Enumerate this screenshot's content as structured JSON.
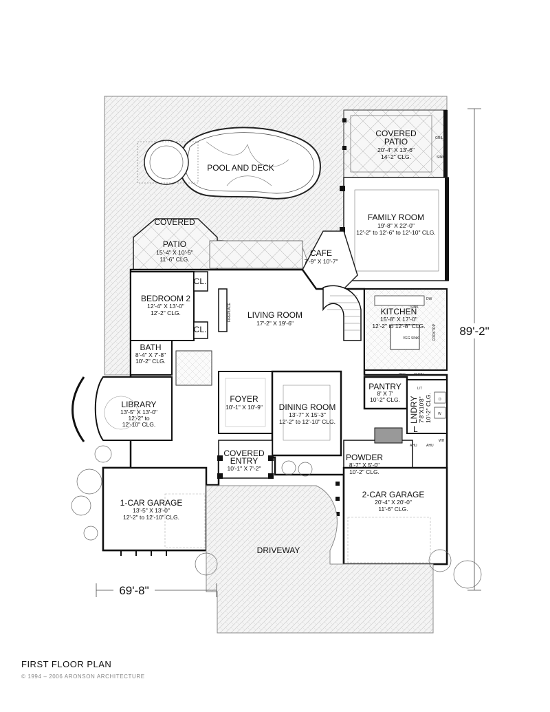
{
  "title": "FIRST FLOOR PLAN",
  "copyright": "© 1994 – 2006 ARONSON ARCHITECTURE",
  "dimensions": {
    "width": "69'-8\"",
    "depth": "89'-2\""
  },
  "rooms": {
    "pool": {
      "name": "POOL AND DECK"
    },
    "patio_right": {
      "name1": "COVERED",
      "name2": "PATIO",
      "size": "20'-4\" X 13'-6\"",
      "clg": "14'-2\" CLG."
    },
    "family": {
      "name": "FAMILY ROOM",
      "size": "19'-8\" X 22'-0\"",
      "clg": "12'-2\" to 12'-6\" to 12'-10\" CLG."
    },
    "patio_left": {
      "name1": "COVERED",
      "name2": "PATIO",
      "size": "15'-4\" X 10'-5\"",
      "clg": "11'-6\" CLG."
    },
    "cafe": {
      "name": "CAFE",
      "size": "7'-9\" X 10'-7\""
    },
    "bedroom2": {
      "name": "BEDROOM 2",
      "size": "12'-4\" X 13'-0\"",
      "clg": "12'-2\" CLG."
    },
    "living": {
      "name": "LIVING ROOM",
      "size": "17'-2\" X 19'-6\""
    },
    "kitchen": {
      "name": "KITCHEN",
      "size": "15'-8\" X 17'-0\"",
      "clg": "12'-2\" to 12'-8\" CLG."
    },
    "bath": {
      "name": "BATH",
      "size": "8'-4\" X 7'-8\"",
      "clg": "10'-2\" CLG."
    },
    "library": {
      "name": "LIBRARY",
      "size": "13'-5\" X 13'-0\"",
      "clg1": "12'-2\" to",
      "clg2": "12'-10\" CLG."
    },
    "foyer": {
      "name": "FOYER",
      "size": "10'-1\" X 10'-9\""
    },
    "dining": {
      "name": "DINING ROOM",
      "size": "13'-7\" X 15'-3\"",
      "clg": "12'-2\" to 12'-10\" CLG."
    },
    "pantry": {
      "name": "PANTRY",
      "size": "8' X 7'",
      "clg": "10'-2\" CLG."
    },
    "laundry": {
      "name": "LNDRY",
      "size": "7'8\"X10'8\"",
      "clg": "10'-2\" CLG."
    },
    "entry": {
      "name1": "COVERED",
      "name2": "ENTRY",
      "size": "10'-1\" X 7'-2\""
    },
    "powder": {
      "name": "POWDER",
      "size": "8'-7\" X 5'-0\"",
      "clg": "10'-2\" CLG."
    },
    "garage1": {
      "name": "1-CAR GARAGE",
      "size": "13'-5\" X 13'-0\"",
      "clg": "12'-2\" to 12'-10\" CLG."
    },
    "garage2": {
      "name": "2-CAR GARAGE",
      "size": "20'-4\" X 20'-0\"",
      "clg": "11'-6\" CLG."
    },
    "driveway": {
      "name": "DRIVEWAY"
    }
  },
  "small_labels": {
    "closet": "CL.",
    "fireplace": "FIREPLACE",
    "grill": "GRILL",
    "sink": "SINK",
    "dw": "DW",
    "sink2": "SINK",
    "veg_sink": "VEG SINK",
    "cooktop": "COOKTOP",
    "ref": "REF",
    "oven": "OVEN",
    "lt": "L/T",
    "d": "D",
    "w": "W",
    "l": "L",
    "ahu": "AHU",
    "wh": "WH"
  }
}
